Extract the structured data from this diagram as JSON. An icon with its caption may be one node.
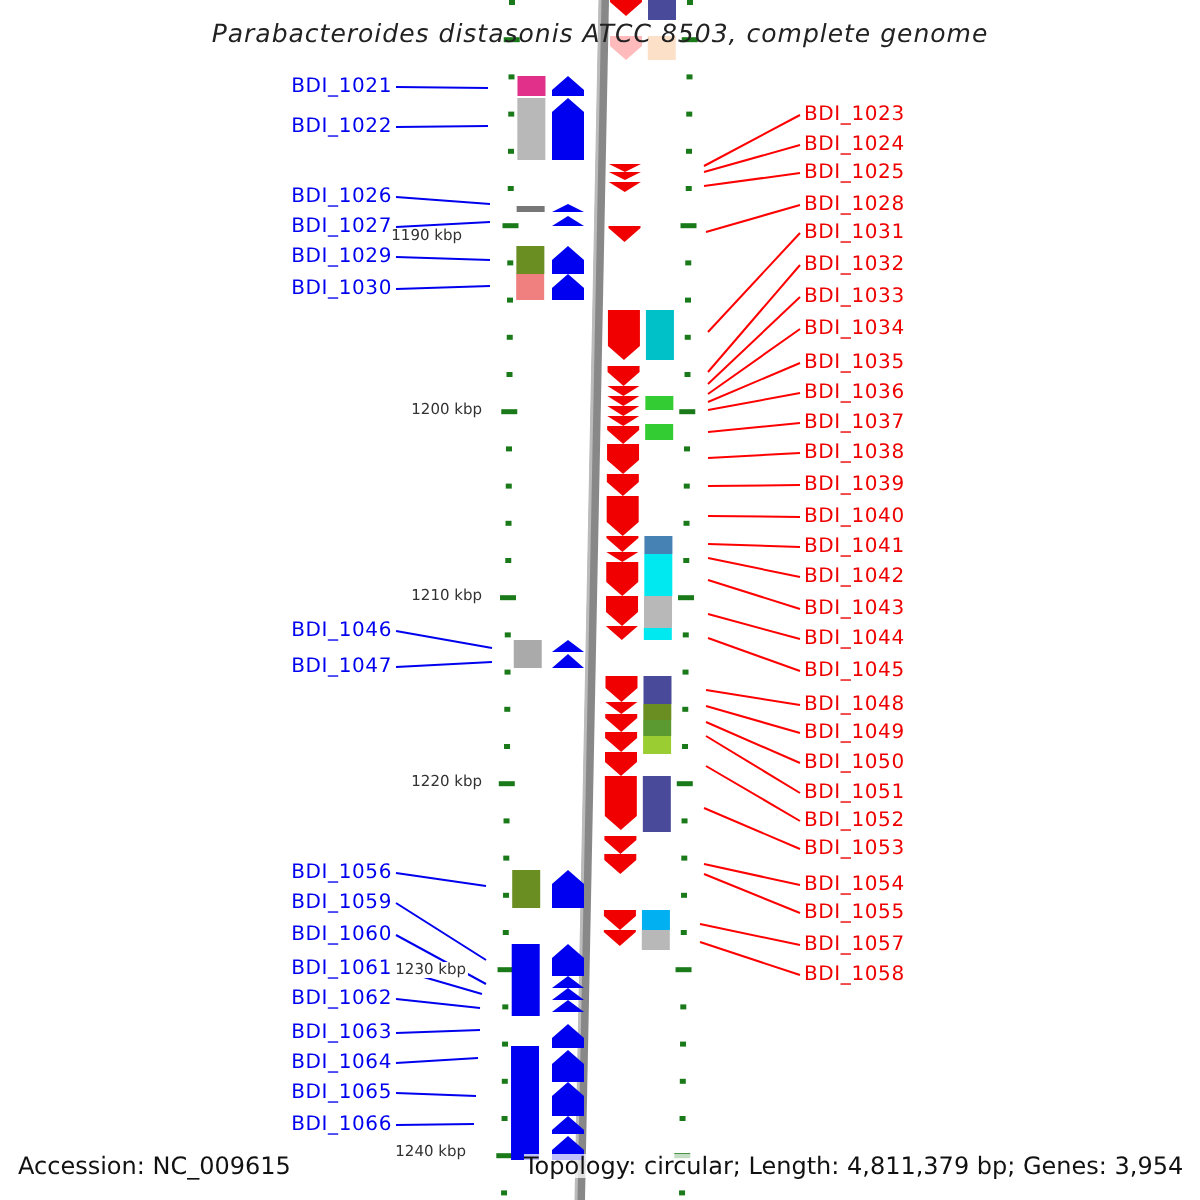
{
  "diagram": {
    "title": "Parabacteroides distasonis ATCC 8503, complete genome",
    "nodes": [
      {
        "text": [
          "BDI_1021"
        ]
      },
      {
        "text": [
          "BDI_1022"
        ]
      },
      {
        "text": [
          "BDI_1023"
        ]
      },
      {
        "text": [
          "BDI_1024"
        ]
      },
      {
        "text": [
          "BDI_1025"
        ]
      },
      {
        "text": [
          "BDI_1026"
        ]
      },
      {
        "text": [
          "BDI_1027"
        ]
      },
      {
        "text": [
          "BDI_1028"
        ]
      },
      {
        "text": [
          "BDI_1029"
        ]
      },
      {
        "text": [
          "BDI_1030"
        ]
      },
      {
        "text": [
          "BDI_1031"
        ]
      },
      {
        "text": [
          "BDI_1032"
        ]
      },
      {
        "text": [
          "BDI_1033"
        ]
      },
      {
        "text": [
          "BDI_1034"
        ]
      },
      {
        "text": [
          "BDI_1035"
        ]
      },
      {
        "text": [
          "BDI_1036"
        ]
      },
      {
        "text": [
          "BDI_1037"
        ]
      },
      {
        "text": [
          "BDI_1038"
        ]
      },
      {
        "text": [
          "BDI_1039"
        ]
      },
      {
        "text": [
          "BDI_1040"
        ]
      },
      {
        "text": [
          "BDI_1041"
        ]
      },
      {
        "text": [
          "BDI_1042"
        ]
      },
      {
        "text": [
          "BDI_1043"
        ]
      },
      {
        "text": [
          "BDI_1044"
        ]
      },
      {
        "text": [
          "BDI_1045"
        ]
      },
      {
        "text": [
          "BDI_1046"
        ]
      },
      {
        "text": [
          "BDI_1047"
        ]
      },
      {
        "text": [
          "BDI_1048"
        ]
      },
      {
        "text": [
          "BDI_1049"
        ]
      },
      {
        "text": [
          "BDI_1050"
        ]
      },
      {
        "text": [
          "BDI_1051"
        ]
      },
      {
        "text": [
          "BDI_1052"
        ]
      },
      {
        "text": [
          "BDI_1053"
        ]
      },
      {
        "text": [
          "BDI_1054"
        ]
      },
      {
        "text": [
          "BDI_1055"
        ]
      },
      {
        "text": [
          "BDI_1056"
        ]
      },
      {
        "text": [
          "BDI_1057"
        ]
      },
      {
        "text": [
          "BDI_1058"
        ]
      },
      {
        "text": [
          "BDI_1059"
        ]
      },
      {
        "text": [
          "BDI_1060"
        ]
      },
      {
        "text": [
          "BDI_1061"
        ]
      },
      {
        "text": [
          "BDI_1062"
        ]
      },
      {
        "text": [
          "BDI_1063"
        ]
      },
      {
        "text": [
          "BDI_1064"
        ]
      },
      {
        "text": [
          "BDI_1065"
        ]
      },
      {
        "text": [
          "BDI_1066"
        ]
      }
    ],
    "edges": [
      {
        "from": 0,
        "to": null,
        "arrow": "none",
        "color": "#0000ee"
      },
      {
        "from": 1,
        "to": null,
        "arrow": "none",
        "color": "#0000ee"
      },
      {
        "from": 2,
        "to": null,
        "arrow": "none"
      },
      {
        "from": 3,
        "to": null,
        "arrow": "none"
      },
      {
        "from": 4,
        "to": null,
        "arrow": "none"
      },
      {
        "from": 5,
        "to": null,
        "arrow": "none",
        "color": "#0000ee"
      },
      {
        "from": 6,
        "to": null,
        "arrow": "none",
        "color": "#0000ee"
      },
      {
        "from": 7,
        "to": null,
        "arrow": "none"
      },
      {
        "from": 8,
        "to": null,
        "arrow": "none",
        "color": "#0000ee"
      },
      {
        "from": 9,
        "to": null,
        "arrow": "none",
        "color": "#0000ee"
      },
      {
        "from": 10,
        "to": null,
        "arrow": "none"
      },
      {
        "from": 11,
        "to": null,
        "arrow": "none"
      },
      {
        "from": 12,
        "to": null,
        "arrow": "none"
      },
      {
        "from": 13,
        "to": null,
        "arrow": "none"
      },
      {
        "from": 14,
        "to": null,
        "arrow": "none"
      },
      {
        "from": 15,
        "to": null,
        "arrow": "none"
      },
      {
        "from": 16,
        "to": null,
        "arrow": "none"
      },
      {
        "from": 17,
        "to": null,
        "arrow": "none"
      },
      {
        "from": 18,
        "to": null,
        "arrow": "none"
      },
      {
        "from": 19,
        "to": null,
        "arrow": "none"
      },
      {
        "from": 20,
        "to": null,
        "arrow": "none"
      },
      {
        "from": 21,
        "to": null,
        "arrow": "none"
      },
      {
        "from": 22,
        "to": null,
        "arrow": "none"
      },
      {
        "from": 23,
        "to": null,
        "arrow": "none"
      },
      {
        "from": 24,
        "to": null,
        "arrow": "none"
      },
      {
        "from": 25,
        "to": null,
        "arrow": "none",
        "color": "#0000ee"
      },
      {
        "from": 26,
        "to": null,
        "arrow": "none",
        "color": "#0000ee"
      },
      {
        "from": 27,
        "to": null,
        "arrow": "none"
      },
      {
        "from": 28,
        "to": null,
        "arrow": "none"
      },
      {
        "from": 29,
        "to": null,
        "arrow": "none"
      },
      {
        "from": 30,
        "to": null,
        "arrow": "none"
      },
      {
        "from": 31,
        "to": null,
        "arrow": "none"
      },
      {
        "from": 32,
        "to": null,
        "arrow": "none"
      },
      {
        "from": 33,
        "to": null,
        "arrow": "none"
      },
      {
        "from": 34,
        "to": null,
        "arrow": "none"
      },
      {
        "from": 35,
        "to": null,
        "arrow": "none",
        "color": "#0000ee"
      },
      {
        "from": 36,
        "to": null,
        "arrow": "none"
      },
      {
        "from": 37,
        "to": null,
        "arrow": "none"
      },
      {
        "from": 38,
        "to": null,
        "arrow": "none",
        "color": "#0000ee"
      },
      {
        "from": 39,
        "to": null,
        "arrow": "none",
        "color": "#0000ee"
      },
      {
        "from": 40,
        "to": null,
        "arrow": "none",
        "color": "#0000ee"
      },
      {
        "from": 41,
        "to": null,
        "arrow": "none",
        "color": "#0000ee"
      },
      {
        "from": 42,
        "to": null,
        "arrow": "none",
        "color": "#0000ee"
      },
      {
        "from": 43,
        "to": null,
        "arrow": "none",
        "color": "#0000ee"
      },
      {
        "from": 44,
        "to": null,
        "arrow": "none",
        "color": "#0000ee"
      },
      {
        "from": 45,
        "to": null,
        "arrow": "none",
        "color": "#0000ee"
      }
    ],
    "labels": [
      "1190 kbp",
      "1200 kbp",
      "1210 kbp",
      "1220 kbp",
      "1230 kbp",
      "1240 kbp",
      "Accession: NC_009615",
      "Topology: circular; Length: 4,811,379 bp; Genes: 3,954"
    ]
  }
}
